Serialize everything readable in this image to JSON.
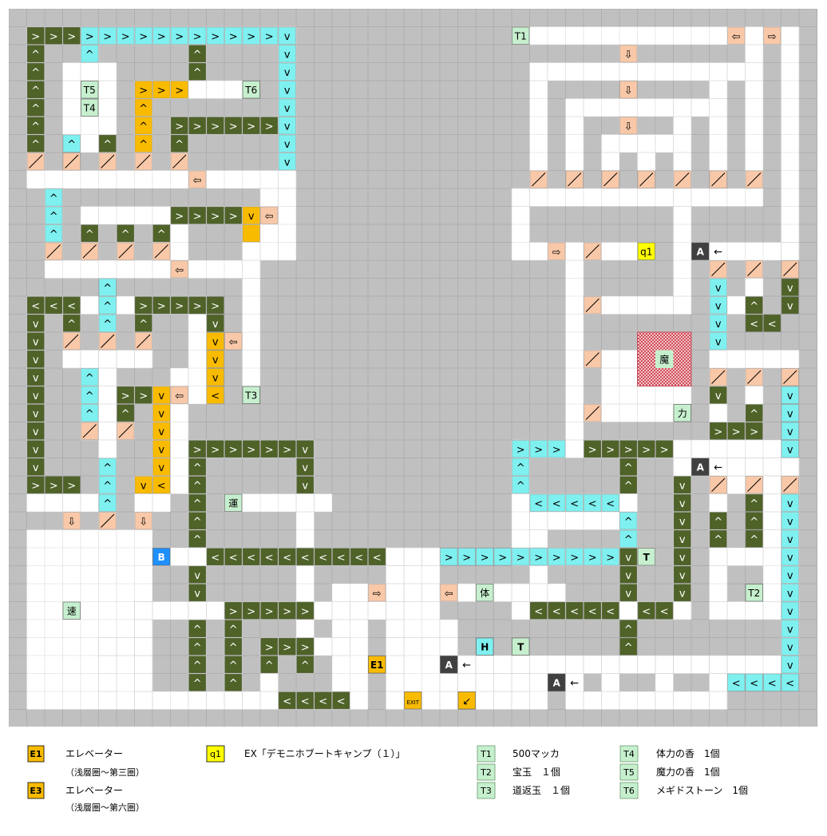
{
  "map": {
    "colors": {
      "background": "#c0c0c0",
      "grid": "#a8a8a8",
      "floor": "#ffffff",
      "dark_arrow": "#4f6228",
      "cyan_arrow": "#7ff0f0",
      "orange_arrow": "#f9bb00",
      "stair": "#f8c8a8",
      "treasure": "#c6efce",
      "query": "#ffff00",
      "elevator": "#f9bb00",
      "warp_a": "#404040",
      "warp_b": "#1e90ff",
      "heal": "#7ff0f0",
      "trap": "#e06070"
    },
    "markers": {
      "T1": "T1",
      "T2": "T2",
      "T3": "T3",
      "T4": "T4",
      "T5": "T5",
      "T6": "T6",
      "q1": "q1",
      "E1": "E1",
      "exit": "EXIT",
      "A": "A",
      "B": "B",
      "H": "H",
      "T": "T",
      "ma": "魔",
      "chikara": "力",
      "un": "運",
      "tai": "体",
      "soku": "速"
    }
  },
  "legend": {
    "e1": {
      "badge": "E1",
      "label": "エレベーター",
      "sub": "（浅層圏～第三圏）"
    },
    "e3": {
      "badge": "E3",
      "label": "エレベーター",
      "sub": "（浅層圏～第六圏）"
    },
    "q1": {
      "badge": "q1",
      "label": "EX「デモニホブートキャンプ（１）」"
    },
    "treasures": [
      {
        "badge": "T1",
        "label": "500マッカ"
      },
      {
        "badge": "T2",
        "label": "宝玉　１個"
      },
      {
        "badge": "T3",
        "label": "道返玉　１個"
      },
      {
        "badge": "T4",
        "label": "体力の香　1個"
      },
      {
        "badge": "T5",
        "label": "魔力の香　1個"
      },
      {
        "badge": "T6",
        "label": "メギドストーン　1個"
      }
    ]
  }
}
